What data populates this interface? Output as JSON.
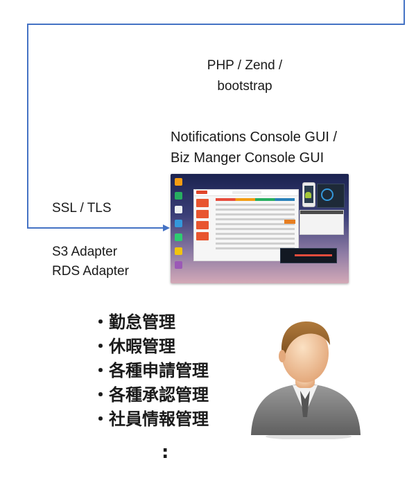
{
  "colors": {
    "connector": "#4472c4",
    "text": "#1a1a1a",
    "screenshot_bg_top": "#1b2350",
    "screenshot_bg_bottom": "#d3a9b7"
  },
  "tech_stack": {
    "line1": "PHP / Zend /",
    "line2": "bootstrap"
  },
  "console": {
    "title_line1": "Notifications Console GUI /",
    "title_line2": "Biz Manger Console GUI"
  },
  "connection": {
    "protocol": "SSL / TLS"
  },
  "adapters": {
    "s3": "S3 Adapter",
    "rds": "RDS Adapter"
  },
  "tasks": [
    "勤怠管理",
    "休暇管理",
    "各種申請管理",
    "各種承認管理",
    "社員情報管理"
  ],
  "continuation": ":",
  "icons": {
    "user": "user-person-icon",
    "arrow": "arrow-right-icon"
  }
}
